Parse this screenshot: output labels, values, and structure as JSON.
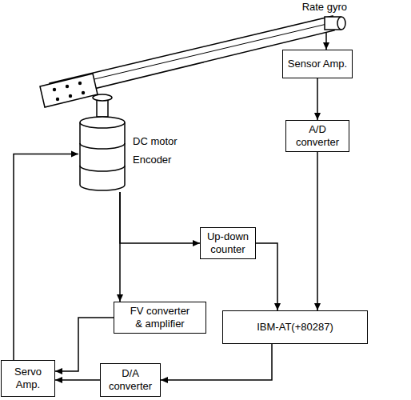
{
  "diagram": {
    "nodes": [
      {
        "text": [
          "Rate gyro"
        ]
      },
      {
        "text": [
          "DC motor",
          "Encoder"
        ]
      },
      {
        "text": [
          "Sensor Amp."
        ]
      },
      {
        "text": [
          "A/D converter"
        ]
      },
      {
        "text": [
          "Up-down counter"
        ]
      },
      {
        "text": [
          "FV converter & amplifier"
        ]
      },
      {
        "text": [
          "IBM-AT(+80287)"
        ]
      },
      {
        "text": [
          "Servo Amp."
        ]
      },
      {
        "text": [
          "D/A converter"
        ]
      }
    ],
    "edges": [
      {
        "from": 0,
        "to": 2,
        "arrow": "to"
      },
      {
        "from": 2,
        "to": 3,
        "arrow": "to"
      },
      {
        "from": 3,
        "to": 6,
        "arrow": "to"
      },
      {
        "from": 1,
        "to": 4,
        "arrow": "to"
      },
      {
        "from": 1,
        "to": 5,
        "arrow": "to"
      },
      {
        "from": 4,
        "to": 6,
        "arrow": "to"
      },
      {
        "from": 5,
        "to": 7,
        "arrow": "to"
      },
      {
        "from": 6,
        "to": 8,
        "arrow": "to"
      },
      {
        "from": 8,
        "to": 7,
        "arrow": "to"
      },
      {
        "from": 7,
        "to": 1,
        "arrow": "to"
      }
    ]
  }
}
